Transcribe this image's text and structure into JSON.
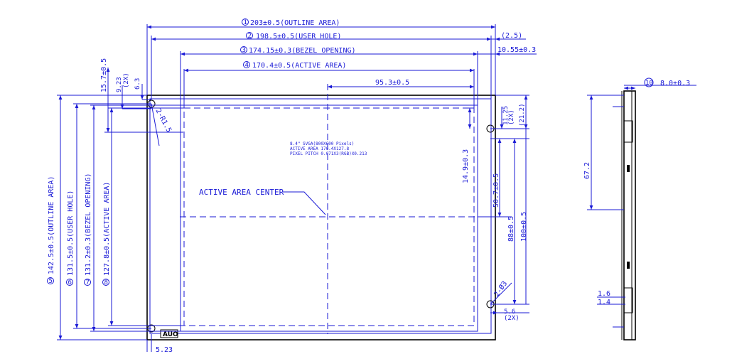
{
  "colors": {
    "line": "#1a1ad6",
    "outline": "#000000",
    "background": "#ffffff"
  },
  "dimensions": {
    "outline_w": {
      "num": "1",
      "text": "203±0.5(OUTLINE AREA)"
    },
    "user_hole_w": {
      "num": "2",
      "text": "198.5±0.5(USER HOLE)"
    },
    "bezel_w": {
      "num": "3",
      "text": "174.15±0.3(BEZEL OPENING)"
    },
    "active_w": {
      "num": "4",
      "text": "170.4±0.5(ACTIVE AREA)"
    },
    "outline_h": {
      "num": "5",
      "text": "142.5±0.5(OUTLINE AREA)"
    },
    "user_hole_h": {
      "num": "6",
      "text": "131.5±0.5(USER HOLE)"
    },
    "bezel_h": {
      "num": "7",
      "text": "131.2±0.3(BEZEL OPENING)"
    },
    "active_h": {
      "num": "8",
      "text": "127.8±0.5(ACTIVE AREA)"
    },
    "thickness": {
      "num": "10",
      "text": "8.0±0.3"
    }
  },
  "labels": {
    "d_2_5": "(2.5)",
    "d_10_55": "10.55±0.3",
    "d_95_3": "95.3±0.5",
    "d_15_7": "15.7±0.5",
    "d_9_23": "9.23",
    "d_2x_a": "(2X)",
    "d_6_3": "6.3",
    "d_r15": "2-R1.5",
    "d_11_25": "11.25",
    "d_2x_b": "(2X)",
    "d_21_2": "(21.2)",
    "d_14_9": "14.9±0.3",
    "d_50_7": "50.7±0.5",
    "d_88": "88±0.5",
    "d_100": "100±0.5",
    "d_phi3": "2-Ø3",
    "d_5_6": "5.6",
    "d_2x_c": "(2X)",
    "d_5_23": "5.23",
    "d_67_2": "67.2",
    "d_1_6": "1.6",
    "d_1_4": "1.4",
    "spec1": "8.4\" SVGA(800X600 Pixels)",
    "spec2": "ACTIVE AREA 170.4X127.8",
    "spec3": "PIXEL PITCH 0.071X3(RGB)X0.213",
    "center": "ACTIVE AREA CENTER",
    "logo": "AUO"
  }
}
